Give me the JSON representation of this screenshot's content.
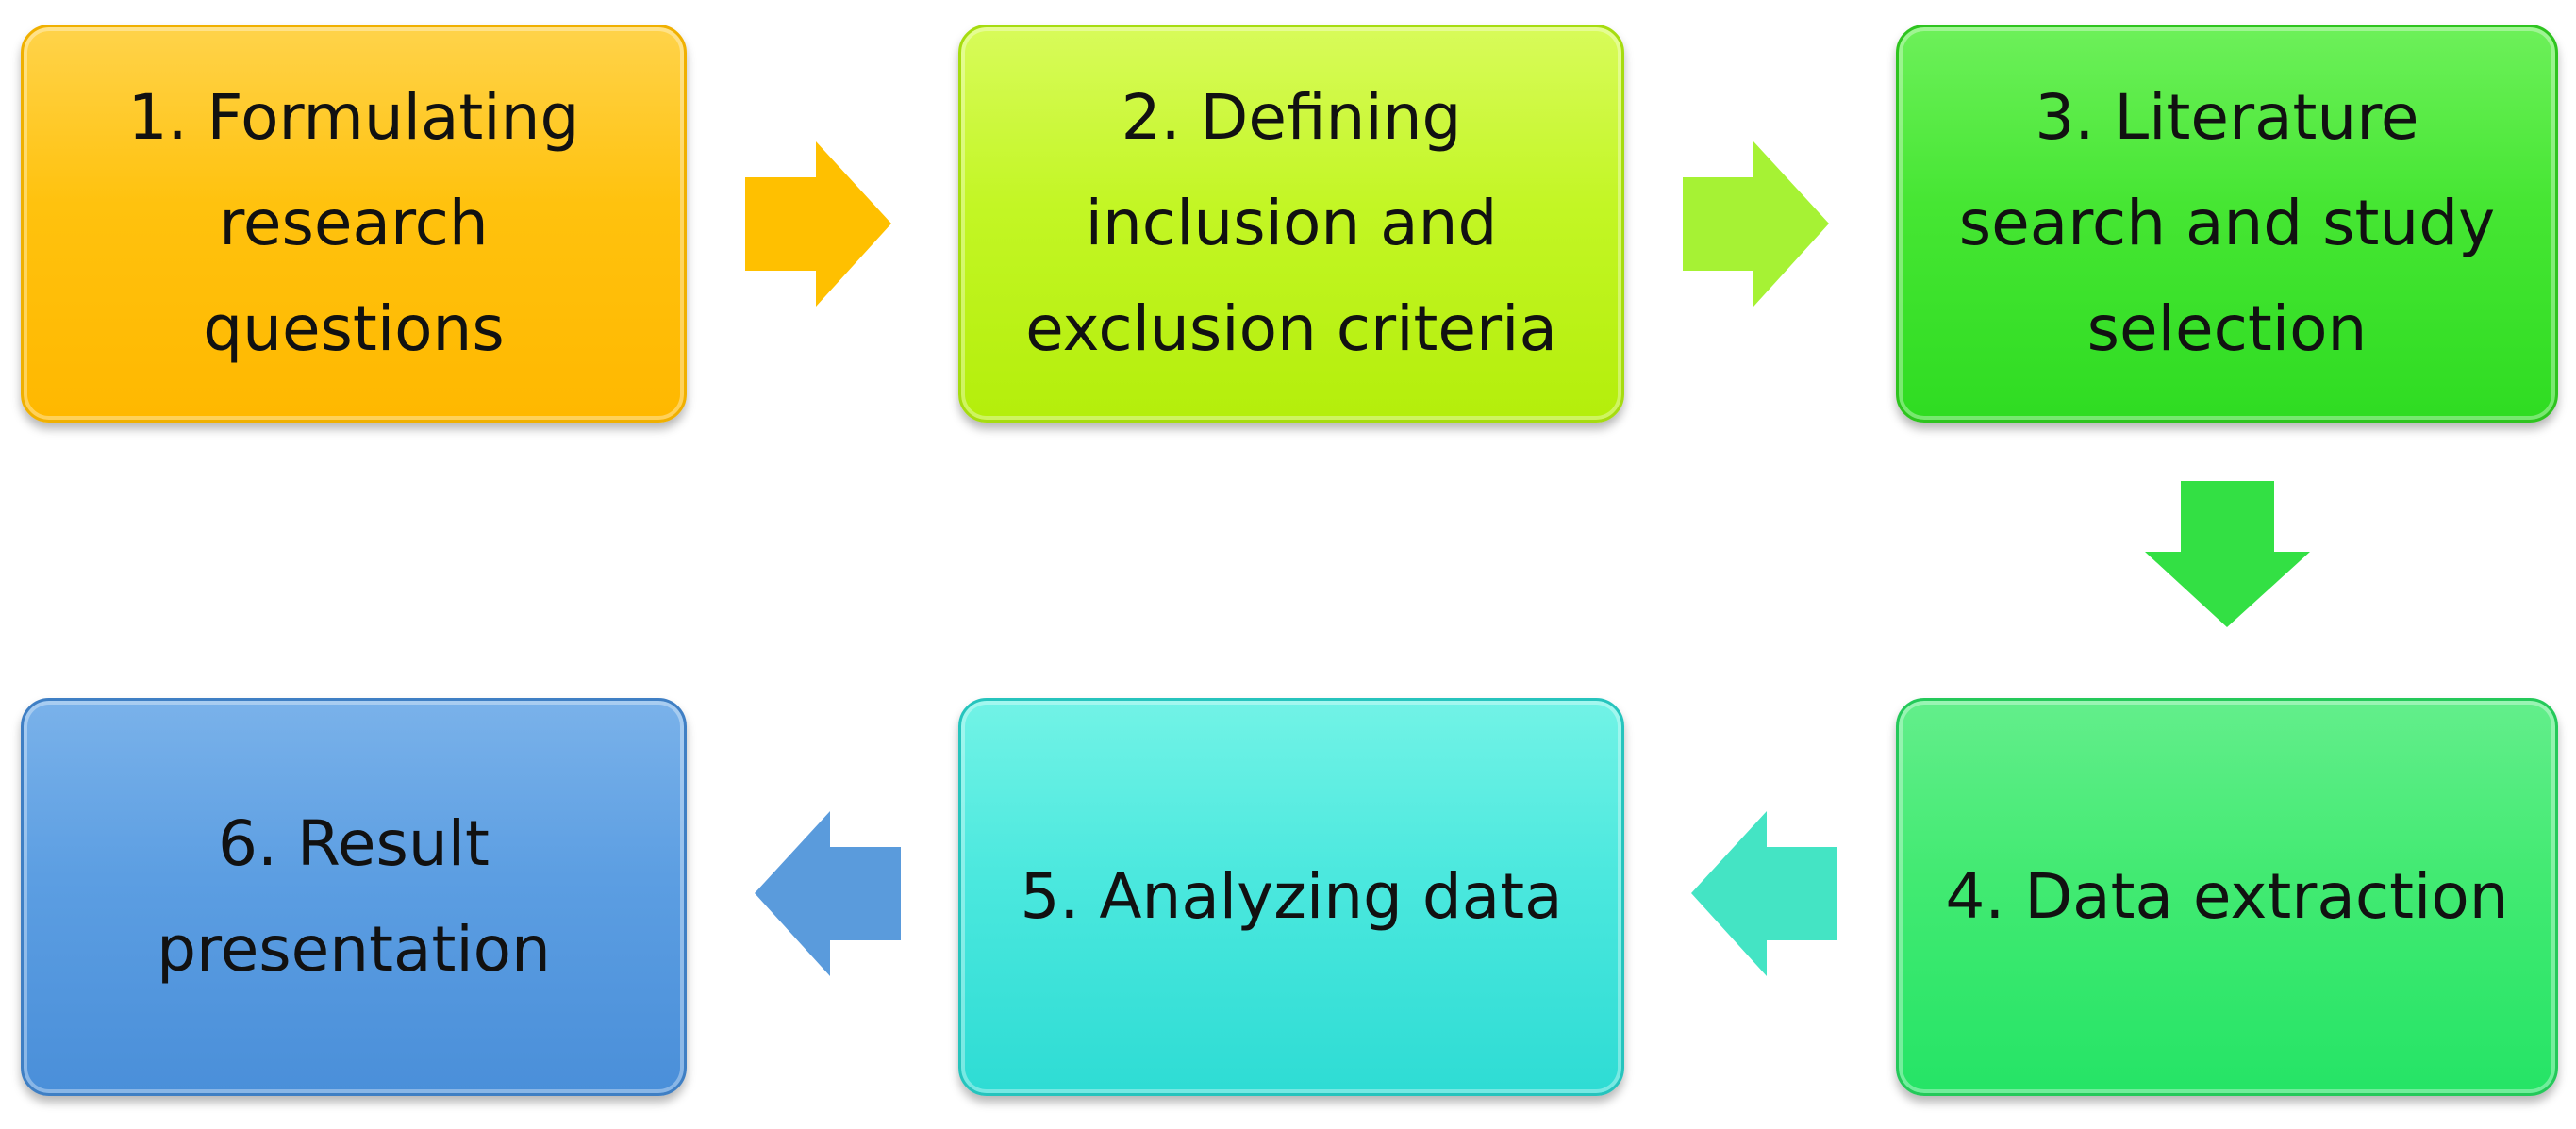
{
  "steps": {
    "s1": "1. Formulating\nresearch\nquestions",
    "s2": "2. Defining\ninclusion and\nexclusion criteria",
    "s3": "3. Literature\nsearch and study\nselection",
    "s4": "4. Data extraction",
    "s5": "5. Analyzing data",
    "s6": "6. Result\npresentation"
  },
  "icons": {
    "a12": "arrow-right-icon",
    "a23": "arrow-right-icon",
    "a34": "arrow-down-icon",
    "a45": "arrow-left-icon",
    "a56": "arrow-left-icon"
  },
  "colors": {
    "step1": "#ffc20e",
    "step2": "#c3f625",
    "step3": "#46e633",
    "step4": "#42ea72",
    "step5": "#4be8de",
    "step6": "#5c9ee2"
  }
}
